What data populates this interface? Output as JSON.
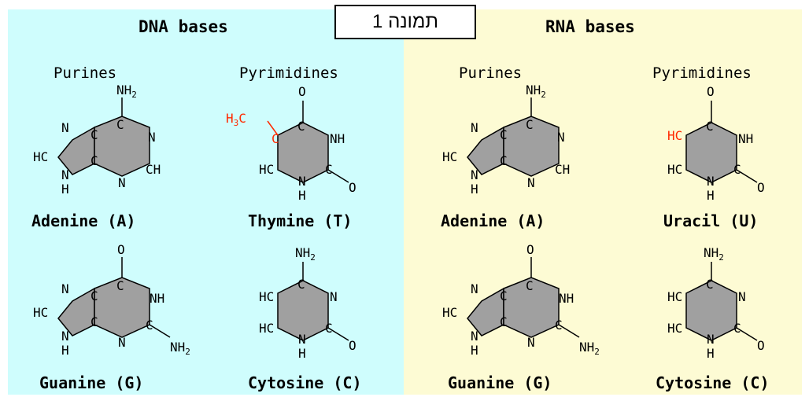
{
  "figure_label": "תמונה 1",
  "dna": {
    "title": "DNA bases",
    "purines_label": "Purines",
    "pyrimidines_label": "Pyrimidines",
    "adenine": "Adenine (A)",
    "thymine": "Thymine (T)",
    "guanine": "Guanine (G)",
    "cytosine": "Cytosine (C)"
  },
  "rna": {
    "title": "RNA bases",
    "purines_label": "Purines",
    "pyrimidines_label": "Pyrimidines",
    "adenine": "Adenine (A)",
    "uracil": "Uracil (U)",
    "guanine": "Guanine (G)",
    "cytosine": "Cytosine (C)"
  },
  "atoms": {
    "nh2": "NH",
    "two": "2",
    "three": "3",
    "n": "N",
    "nh": "NH",
    "h": "H",
    "hc": "HC",
    "c": "C",
    "ch": "CH",
    "o": "O",
    "h3c_h": "H",
    "h3c_c": "C"
  },
  "colors": {
    "dna_bg": "#cffdfd",
    "rna_bg": "#fdfbd4",
    "ring_fill": "#a0a0a0",
    "highlight": "#ff2a00"
  }
}
